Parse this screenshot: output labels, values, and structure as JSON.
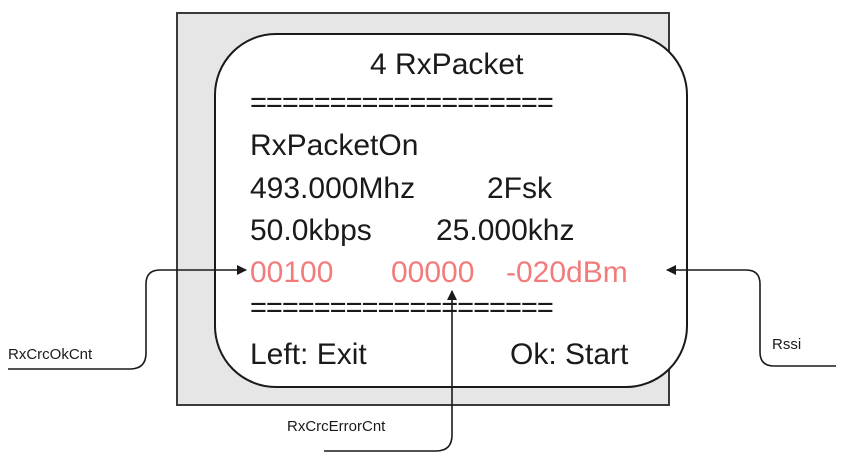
{
  "screen": {
    "title": "4 RxPacket",
    "divider_top": "===================",
    "mode": "RxPacketOn",
    "frequency": "493.000Mhz",
    "modulation": "2Fsk",
    "bitrate": "50.0kbps",
    "deviation": "25.000khz",
    "crc_ok_count": "00100",
    "crc_error_count": "00000",
    "rssi": "-020dBm",
    "divider_bottom": "===================",
    "left_action": "Left: Exit",
    "ok_action": "Ok: Start"
  },
  "callouts": {
    "crc_ok": "RxCrcOkCnt",
    "crc_error": "RxCrcErrorCnt",
    "rssi": "Rssi"
  },
  "colors": {
    "frame_fill": "#e6e6e6",
    "screen_fill": "#ffffff",
    "status_text": "#f27c7c",
    "text": "#1a1a1a"
  }
}
